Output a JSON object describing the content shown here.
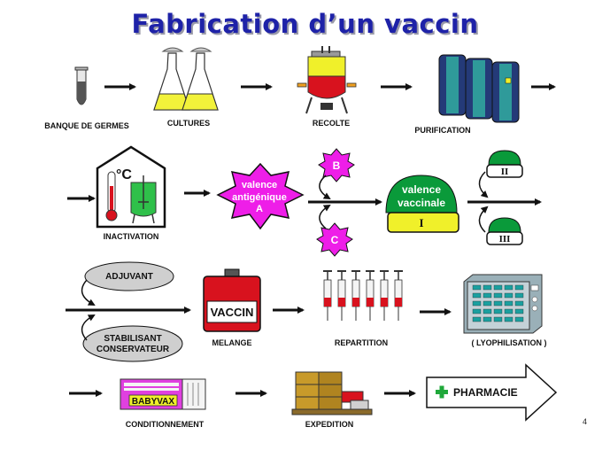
{
  "title": "Fabrication d’un vaccin",
  "steps": {
    "banque": "BANQUE DE GERMES",
    "cultures": "CULTURES",
    "recolte": "RECOLTE",
    "purification": "PURIFICATION",
    "inactivation": "INACTIVATION",
    "melange": "MELANGE",
    "repartition": "REPARTITION",
    "lyophilisation": "( LYOPHILISATION )",
    "conditionnement": "CONDITIONNEMENT",
    "expedition": "EXPEDITION"
  },
  "inactivation_unit": "°C",
  "valence_a": [
    "valence",
    "antigénique",
    "A"
  ],
  "valence_b": "B",
  "valence_c": "C",
  "valence_vaccinale": [
    "valence",
    "vaccinale"
  ],
  "valence_roman": [
    "I",
    "II",
    "III"
  ],
  "adjuvant": "ADJUVANT",
  "stabilisant": [
    "STABILISANT",
    "CONSERVATEUR"
  ],
  "vaccin_label": "VACCIN",
  "box_brand": "BABYVAX",
  "pharmacie": "PHARMACIE",
  "page_number": "4",
  "colors": {
    "title": "#1e22a8",
    "magenta": "#ee1ee8",
    "green": "#0a9a3a",
    "yellow": "#f0f02a",
    "red": "#d8121e",
    "steel": "#243a78"
  }
}
